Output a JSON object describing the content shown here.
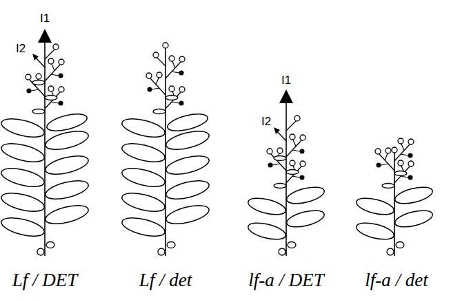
{
  "diagram": {
    "labels": [
      "I1",
      "I2",
      "I1",
      "I2",
      "Lf / DET",
      "Lf / det",
      "lf-a / DET",
      "lf-a / det"
    ]
  }
}
